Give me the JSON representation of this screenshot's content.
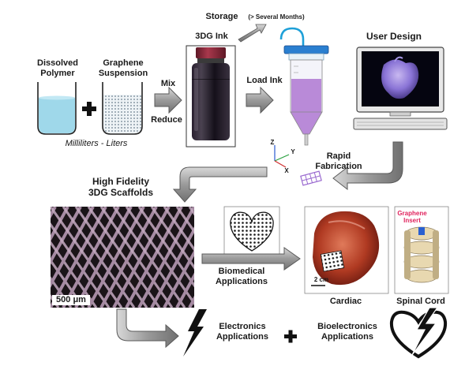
{
  "labels": {
    "dissolved_polymer": "Dissolved\nPolymer",
    "graphene_suspension": "Graphene\nSuspension",
    "volume_range": "Milliliters - Liters",
    "mix": "Mix",
    "reduce": "Reduce",
    "storage": "Storage",
    "storage_note": "(> Several Months)",
    "ink_3dg": "3DG Ink",
    "load_ink": "Load Ink",
    "user_design": "User Design",
    "rapid_fabrication": "Rapid\nFabrication",
    "axis_z": "Z",
    "axis_y": "Y",
    "axis_x": "X",
    "scaffolds": "High Fidelity\n3DG Scaffolds",
    "scale_500": "500 μm",
    "biomedical": "Biomedical\nApplications",
    "scale_2cm": "2 cm",
    "cardiac": "Cardiac",
    "graphene_insert": "Graphene\nInsert",
    "spinal_cord": "Spinal Cord",
    "electronics": "Electronics\nApplications",
    "bioelectronics": "Bioelectronics\nApplications",
    "plus_1": "+",
    "plus_2": "+"
  },
  "colors": {
    "arrow_fill": "#9a9a9a",
    "arrow_edge": "#5a5a5a",
    "polymer_liquid": "#9fd8ea",
    "ink_purple": "#b98ad8",
    "heart_purple": "#8a74d6",
    "cap_red": "#8a2a3a",
    "scaffold": "#a58aa2",
    "graphene_red": "#e0245e"
  }
}
